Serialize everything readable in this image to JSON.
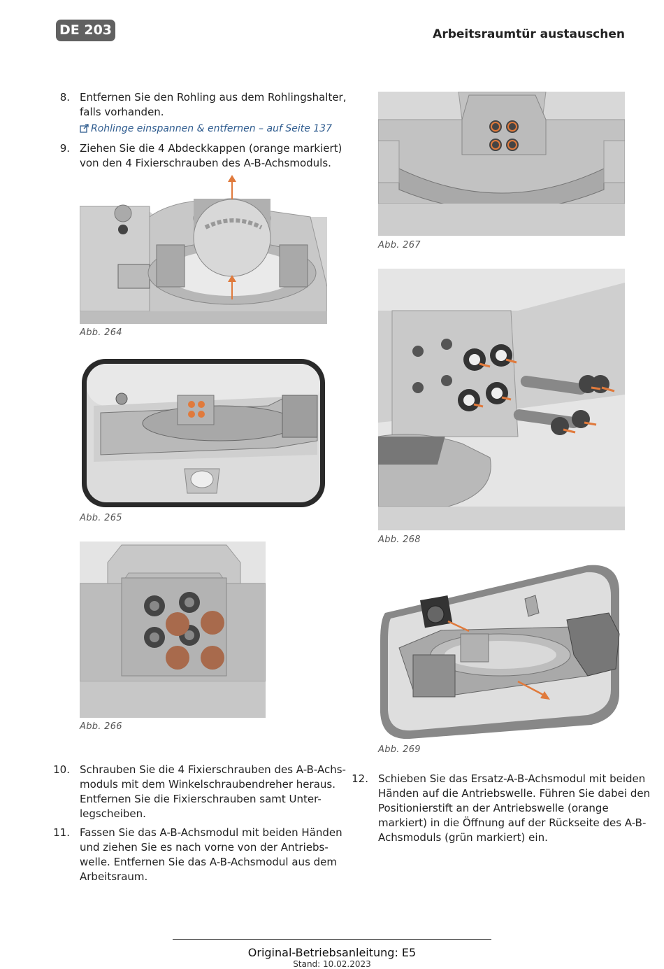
{
  "header": {
    "doc_code": "DE 203",
    "section_title": "Arbeitsraumtür austauschen"
  },
  "steps": [
    {
      "num": "8.",
      "lines": [
        "Entfernen Sie den Rohling aus dem Rohlingshalter,",
        "falls vorhanden."
      ]
    },
    {
      "num": "9.",
      "lines": [
        "Ziehen Sie die 4 Abdeckkappen (orange markiert)",
        "von den 4 Fixierschrauben des A-B-Achsmoduls."
      ]
    },
    {
      "num": "10.",
      "lines": [
        "Schrauben Sie die 4 Fixierschrauben des A-B-Achs-",
        "moduls mit dem Winkelschraubendreher heraus.",
        "Entfernen Sie die Fixierschrauben samt Unter-",
        "legscheiben."
      ]
    },
    {
      "num": "11.",
      "lines": [
        "Fassen Sie das A-B-Achsmodul mit beiden Händen",
        "und ziehen Sie es nach vorne von der Antriebs-",
        "welle. Entfernen Sie das A-B-Achsmodul aus dem",
        "Arbeitsraum."
      ]
    },
    {
      "num": "12.",
      "lines": [
        "Schieben Sie das Ersatz-A-B-Achsmodul mit beiden",
        "Händen auf die Antriebswelle. Führen Sie dabei den",
        "Positionierstift an der Antriebswelle (orange",
        "markiert) in die Öffnung auf der Rückseite des A-B-",
        "Achsmoduls (grün markiert) ein."
      ]
    }
  ],
  "link": {
    "text": "Rohlinge einspannen & entfernen – auf Seite 137",
    "icon": "external-link-icon"
  },
  "figures": [
    {
      "id": "264",
      "caption": "Abb. 264"
    },
    {
      "id": "265",
      "caption": "Abb. 265"
    },
    {
      "id": "266",
      "caption": "Abb. 266"
    },
    {
      "id": "267",
      "caption": "Abb. 267"
    },
    {
      "id": "268",
      "caption": "Abb. 268"
    },
    {
      "id": "269",
      "caption": "Abb. 269"
    }
  ],
  "colors": {
    "accent_orange": "#e07a3c",
    "marker_brown": "#a86a4c",
    "link_blue": "#2f5c8f",
    "badge_gray": "#616161"
  },
  "footer": {
    "title": "Original-Betriebsanleitung: E5",
    "date": "Stand: 10.02.2023"
  }
}
